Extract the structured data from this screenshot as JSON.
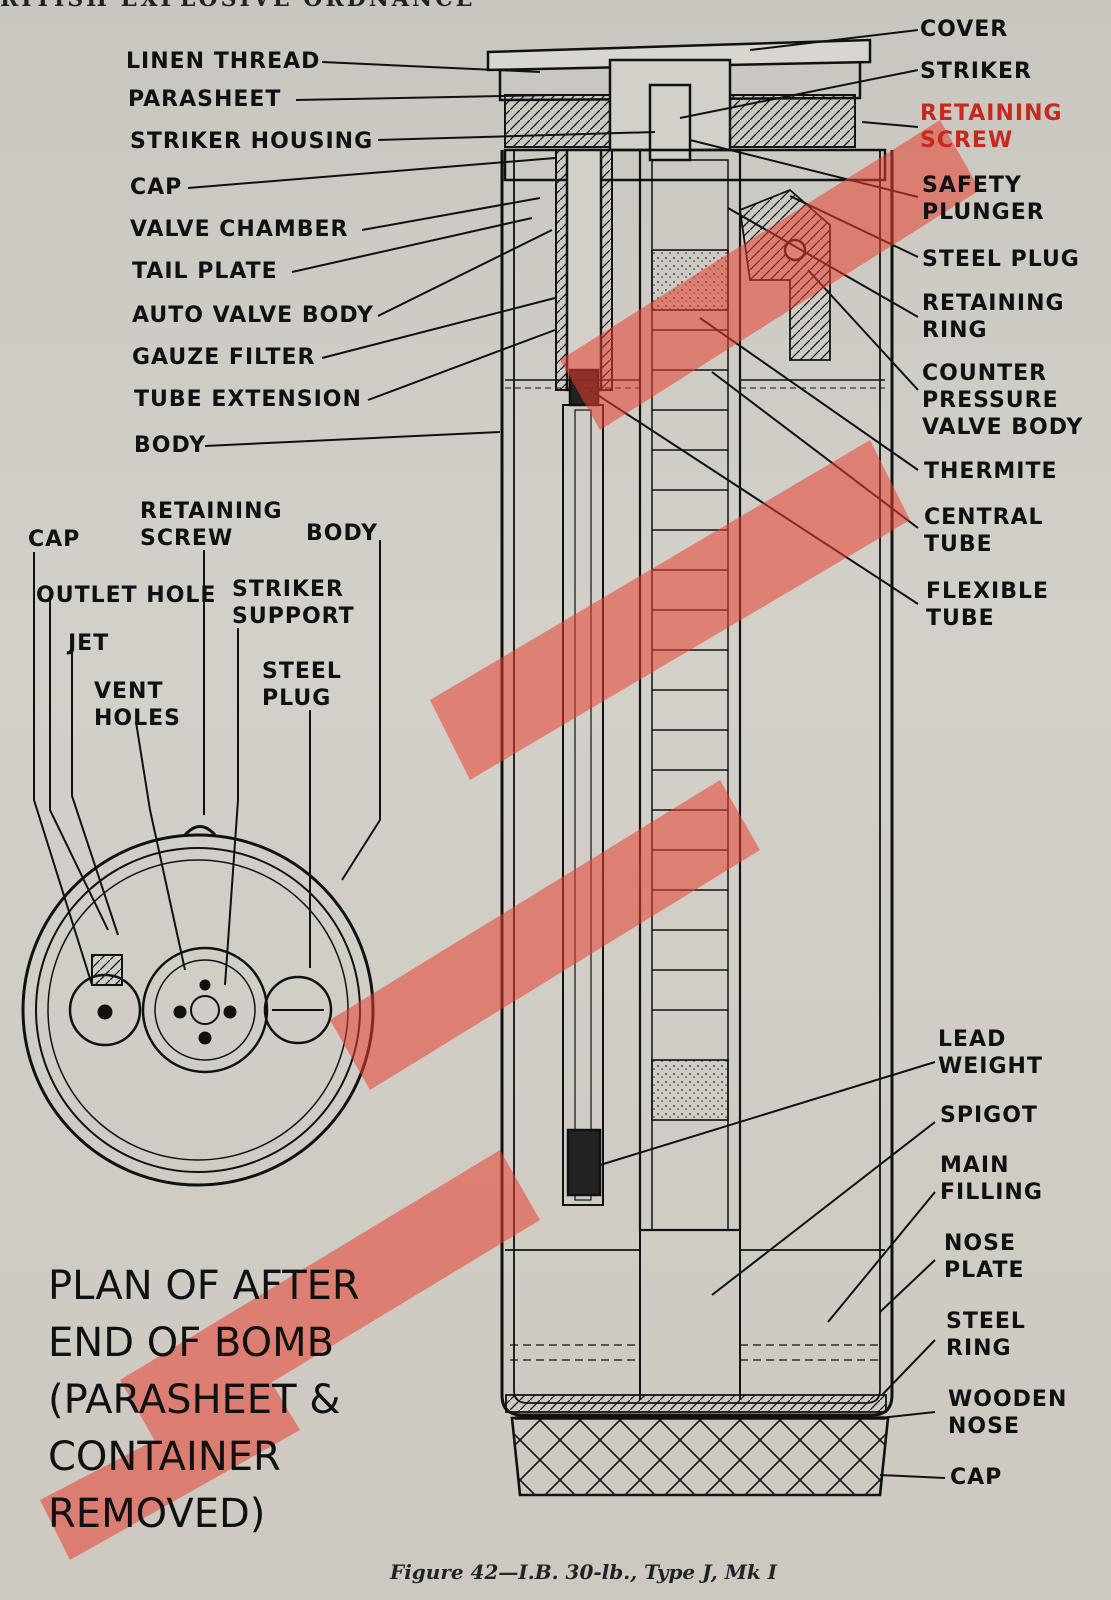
{
  "header": {
    "running_title": "RITISH EXPLOSIVE ORDNANCE"
  },
  "figure": {
    "caption": "Figure 42—I.B. 30-lb., Type J, Mk I"
  },
  "labels": {
    "linen_thread": "LINEN THREAD",
    "parasheet": "PARASHEET",
    "striker_housing": "STRIKER HOUSING",
    "cap_top": "CAP",
    "valve_chamber": "VALVE CHAMBER",
    "tail_plate": "TAIL PLATE",
    "auto_valve_body": "AUTO VALVE BODY",
    "gauze_filter": "GAUZE FILTER",
    "tube_extension": "TUBE EXTENSION",
    "body_main": "BODY",
    "cover": "COVER",
    "striker": "STRIKER",
    "retaining_screw_right": "RETAINING\nSCREW",
    "safety_plunger": "SAFETY\nPLUNGER",
    "steel_plug_right": "STEEL PLUG",
    "retaining_ring": "RETAINING\nRING",
    "counter_pressure_valve_body": "COUNTER\nPRESSURE\nVALVE BODY",
    "thermite": "THERMITE",
    "central_tube": "CENTRAL\nTUBE",
    "flexible_tube": "FLEXIBLE\nTUBE",
    "lead_weight": "LEAD\nWEIGHT",
    "spigot": "SPIGOT",
    "main_filling": "MAIN\nFILLING",
    "nose_plate": "NOSE\nPLATE",
    "steel_ring": "STEEL\nRING",
    "wooden_nose": "WOODEN\nNOSE",
    "cap_bottom": "CAP",
    "plan_cap": "CAP",
    "plan_retaining_screw": "RETAINING\nSCREW",
    "plan_body": "BODY",
    "outlet_hole": "OUTLET HOLE",
    "striker_support": "STRIKER\nSUPPORT",
    "jet": "JET",
    "vent_holes": "VENT\nHOLES",
    "plan_steel_plug": "STEEL\nPLUG"
  },
  "plan_title": {
    "line1": "PLAN OF AFTER",
    "line2": "END OF BOMB",
    "line3": "(PARASHEET &",
    "line4": "CONTAINER",
    "line5": "REMOVED)"
  },
  "colors": {
    "ink": "#111111",
    "paper": "#cfcbc4",
    "watermark": "#e8402f"
  }
}
